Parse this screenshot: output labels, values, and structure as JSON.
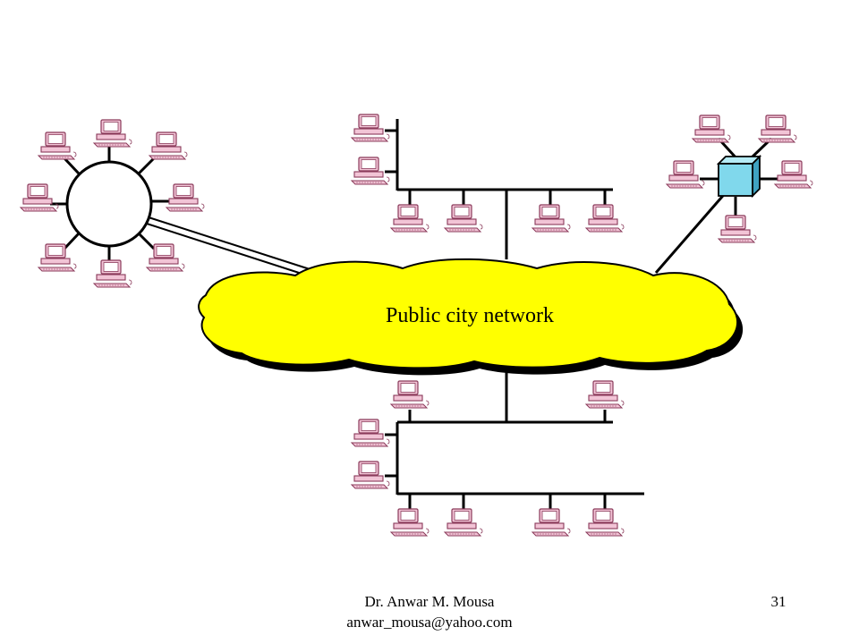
{
  "cloud": {
    "label": "Public city network"
  },
  "footer": {
    "author": "Dr. Anwar M. Mousa",
    "email": "anwar_mousa@yahoo.com",
    "slide_number": "31"
  },
  "colors": {
    "cloud_fill": "#ffff00",
    "hub_fill": "#80d8ec",
    "computer_fill": "#f2c4d6",
    "computer_outline": "#8a3a5a"
  },
  "icons": {
    "computer": "computer-icon",
    "hub": "hub-icon"
  }
}
